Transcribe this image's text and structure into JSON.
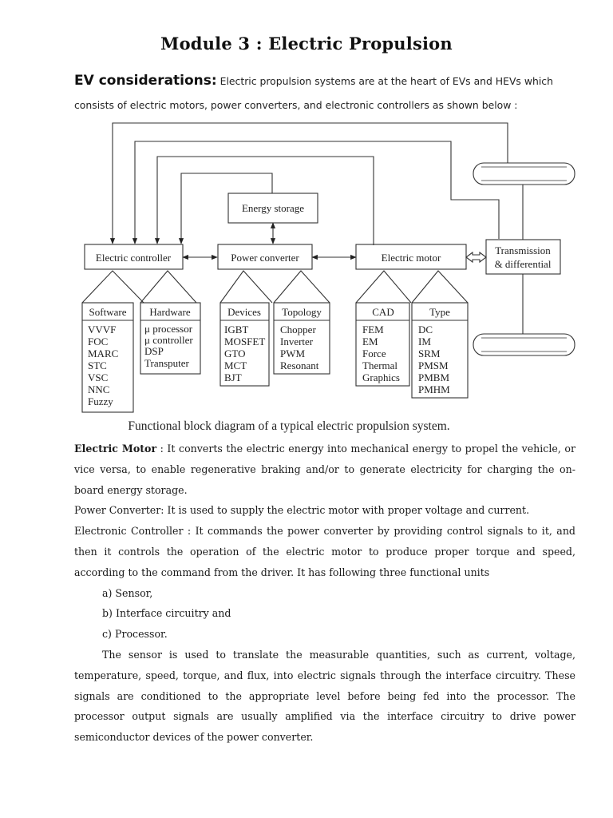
{
  "title": "Module 3  :  Electric Propulsion",
  "intro": {
    "lead": "EV considerations:",
    "text": " Electric propulsion systems are at the heart of EVs and HEVs which consists of electric motors, power converters, and electronic controllers as shown below :"
  },
  "diagram": {
    "energy_storage": "Energy storage",
    "electric_controller": "Electric controller",
    "power_converter": "Power converter",
    "electric_motor": "Electric motor",
    "transmission_line1": "Transmission",
    "transmission_line2": "& differential",
    "categories": [
      {
        "title": "Software",
        "items": [
          "VVVF",
          "FOC",
          "MARC",
          "STC",
          "VSC",
          "NNC",
          "Fuzzy"
        ]
      },
      {
        "title": "Hardware",
        "items": [
          "μ processor",
          "μ controller",
          "DSP",
          "Transputer"
        ]
      },
      {
        "title": "Devices",
        "items": [
          "IGBT",
          "MOSFET",
          "GTO",
          "MCT",
          "BJT"
        ]
      },
      {
        "title": "Topology",
        "items": [
          "Chopper",
          "Inverter",
          "PWM",
          "Resonant"
        ]
      },
      {
        "title": "CAD",
        "items": [
          "FEM",
          "EM",
          "Force",
          "Thermal",
          "Graphics"
        ]
      },
      {
        "title": "Type",
        "items": [
          "DC",
          "IM",
          "SRM",
          "PMSM",
          "PMBM",
          "PMHM"
        ]
      }
    ],
    "caption": "Functional block diagram of a typical electric propulsion system."
  },
  "body": {
    "motor_label": "Electric Motor",
    "motor_text": " : It converts the electric energy into mechanical energy to propel the vehicle, or vice versa, to enable regenerative braking and/or to generate electricity for charging the on-board energy storage.",
    "converter_text": "Power Converter: It is used to supply the electric motor with proper voltage and current.",
    "controller_text": "Electronic Controller : It commands the power converter by providing control signals to it, and then it controls the operation of the electric motor to produce proper torque and speed, according to the command from the driver. It has following three functional units",
    "units": [
      "a)  Sensor,",
      "b) Interface circuitry and",
      "c)  Processor."
    ],
    "sensor_text": "The sensor is used to translate the measurable quantities, such as current, voltage, temperature, speed, torque, and flux, into electric signals through the interface circuitry. These signals are conditioned to the appropriate level before being fed into the processor. The processor output signals are usually amplified via the interface circuitry to drive power semiconductor devices of the power converter."
  }
}
